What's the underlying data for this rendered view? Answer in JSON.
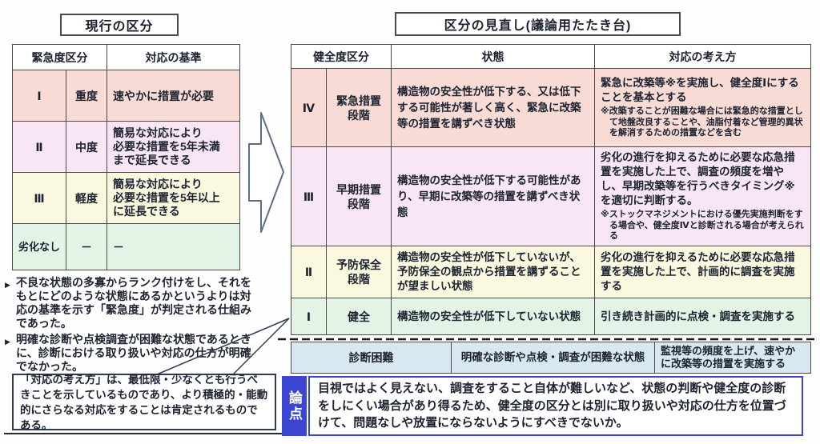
{
  "left": {
    "title": "現行の区分",
    "table": {
      "header_class": "緊急度区分",
      "header_criteria": "対応の基準",
      "rows": [
        {
          "grade": "Ⅰ",
          "level": "重度",
          "criteria": "速やかに措置が必要"
        },
        {
          "grade": "Ⅱ",
          "level": "中度",
          "criteria": "簡易な対応により\n必要な措置を5年未満\nまで延長できる"
        },
        {
          "grade": "Ⅲ",
          "level": "軽度",
          "criteria": "簡易な対応により\n必要な措置を5年以上\nに延長できる"
        },
        {
          "grade": "劣化なし",
          "level": "－",
          "criteria": "－"
        }
      ]
    },
    "bullets": [
      "不良な状態の多寡からランク付けをし、それをもとにどのような状態にあるかというよりは対応の基準を示す「緊急度」が判定される仕組みであった。",
      "明確な診断や点検調査が困難な状態であるときに、診断における取り扱いや対応の仕方が明確でなかった。"
    ],
    "callout": "「対応の考え方」は、最低限・少なくとも行うべきことを示しているものであり、より積極的・能動的にさらなる対応をすることは肯定されるものである。"
  },
  "right": {
    "title": "区分の見直し(議論用たたき台)",
    "table": {
      "header_class": "健全度区分",
      "header_state": "状態",
      "header_approach": "対応の考え方",
      "rows": [
        {
          "grade": "Ⅳ",
          "stage": "緊急措置\n段階",
          "state": "構造物の安全性が低下する、又は低下する可能性が著しく高く、緊急に改築等の措置を講ずべき状態",
          "approach": "緊急に改築等※を実施し、健全度Ⅰにすることを基本とする",
          "approach_note": "※改築することが困難な場合には緊急的な措置として地盤改良することや、油脂付着など管理的異状を解消するための措置などを含む"
        },
        {
          "grade": "Ⅲ",
          "stage": "早期措置\n段階",
          "state": "構造物の安全性が低下する可能性があり、早期に改築等の措置を講ずべき状態",
          "approach": "劣化の進行を抑えるために必要な応急措置を実施した上で、調査の頻度を増やし、早期改築等を行うべきタイミング※を適切に判断する。",
          "approach_note": "※ストックマネジメントにおける優先実施判断をする場合や、健全度Ⅳと診断される場合が考えられる"
        },
        {
          "grade": "Ⅱ",
          "stage": "予防保全\n段階",
          "state": "構造物の安全性が低下していないが、予防保全の観点から措置を講ずることが望ましい状態",
          "approach": "劣化の進行を抑えるために必要な応急措置を実施した上で、計画的に調査を実施する",
          "approach_note": ""
        },
        {
          "grade": "Ⅰ",
          "stage": "健全",
          "state": "構造物の安全性が低下していない状態",
          "approach": "引き続き計画的に点検・調査を実施する",
          "approach_note": ""
        }
      ]
    },
    "diagnosis": {
      "label": "診断困難",
      "state": "明確な診断や点検・調査が困難な状態",
      "approach": "監視等の頻度を上げ、速やかに改築等の措置を実施する"
    },
    "ronten": {
      "label": "論点",
      "text": "目視ではよく見えない、調査をすること自体が難しいなど、状態の判断や健全度の診断をしにくい場合があり得るため、健全度の区分とは別に取り扱いや対応の仕方を位置づけて、問題なしや放置にならないようにすべきでないか。"
    }
  },
  "icons": {
    "bullet": "▶"
  },
  "colors": {
    "row_pink": "#f8dbd5",
    "row_lavender": "#f8e6f4",
    "row_cream": "#fbf8e0",
    "row_green": "#e3f3e6",
    "row_blue": "#d8e8f2",
    "ronten_blue": "#3b45d2",
    "table_border": "#4a4a4a",
    "text": "#1c2230"
  }
}
